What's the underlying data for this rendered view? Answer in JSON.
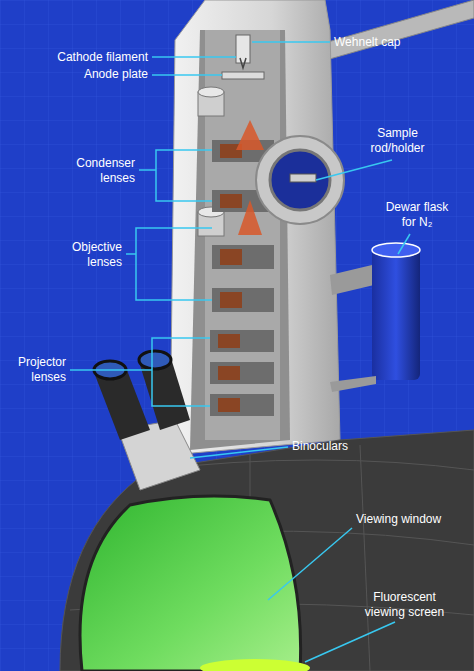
{
  "diagram": {
    "labels": [
      "Cathode filament",
      "Wehnelt cap",
      "Anode plate",
      "Sample rod/holder",
      "Condenser lenses",
      "Dewar flask for N₂",
      "Objective lenses",
      "Projector lenses",
      "Binoculars",
      "Viewing window",
      "Fluorescent viewing screen"
    ]
  }
}
